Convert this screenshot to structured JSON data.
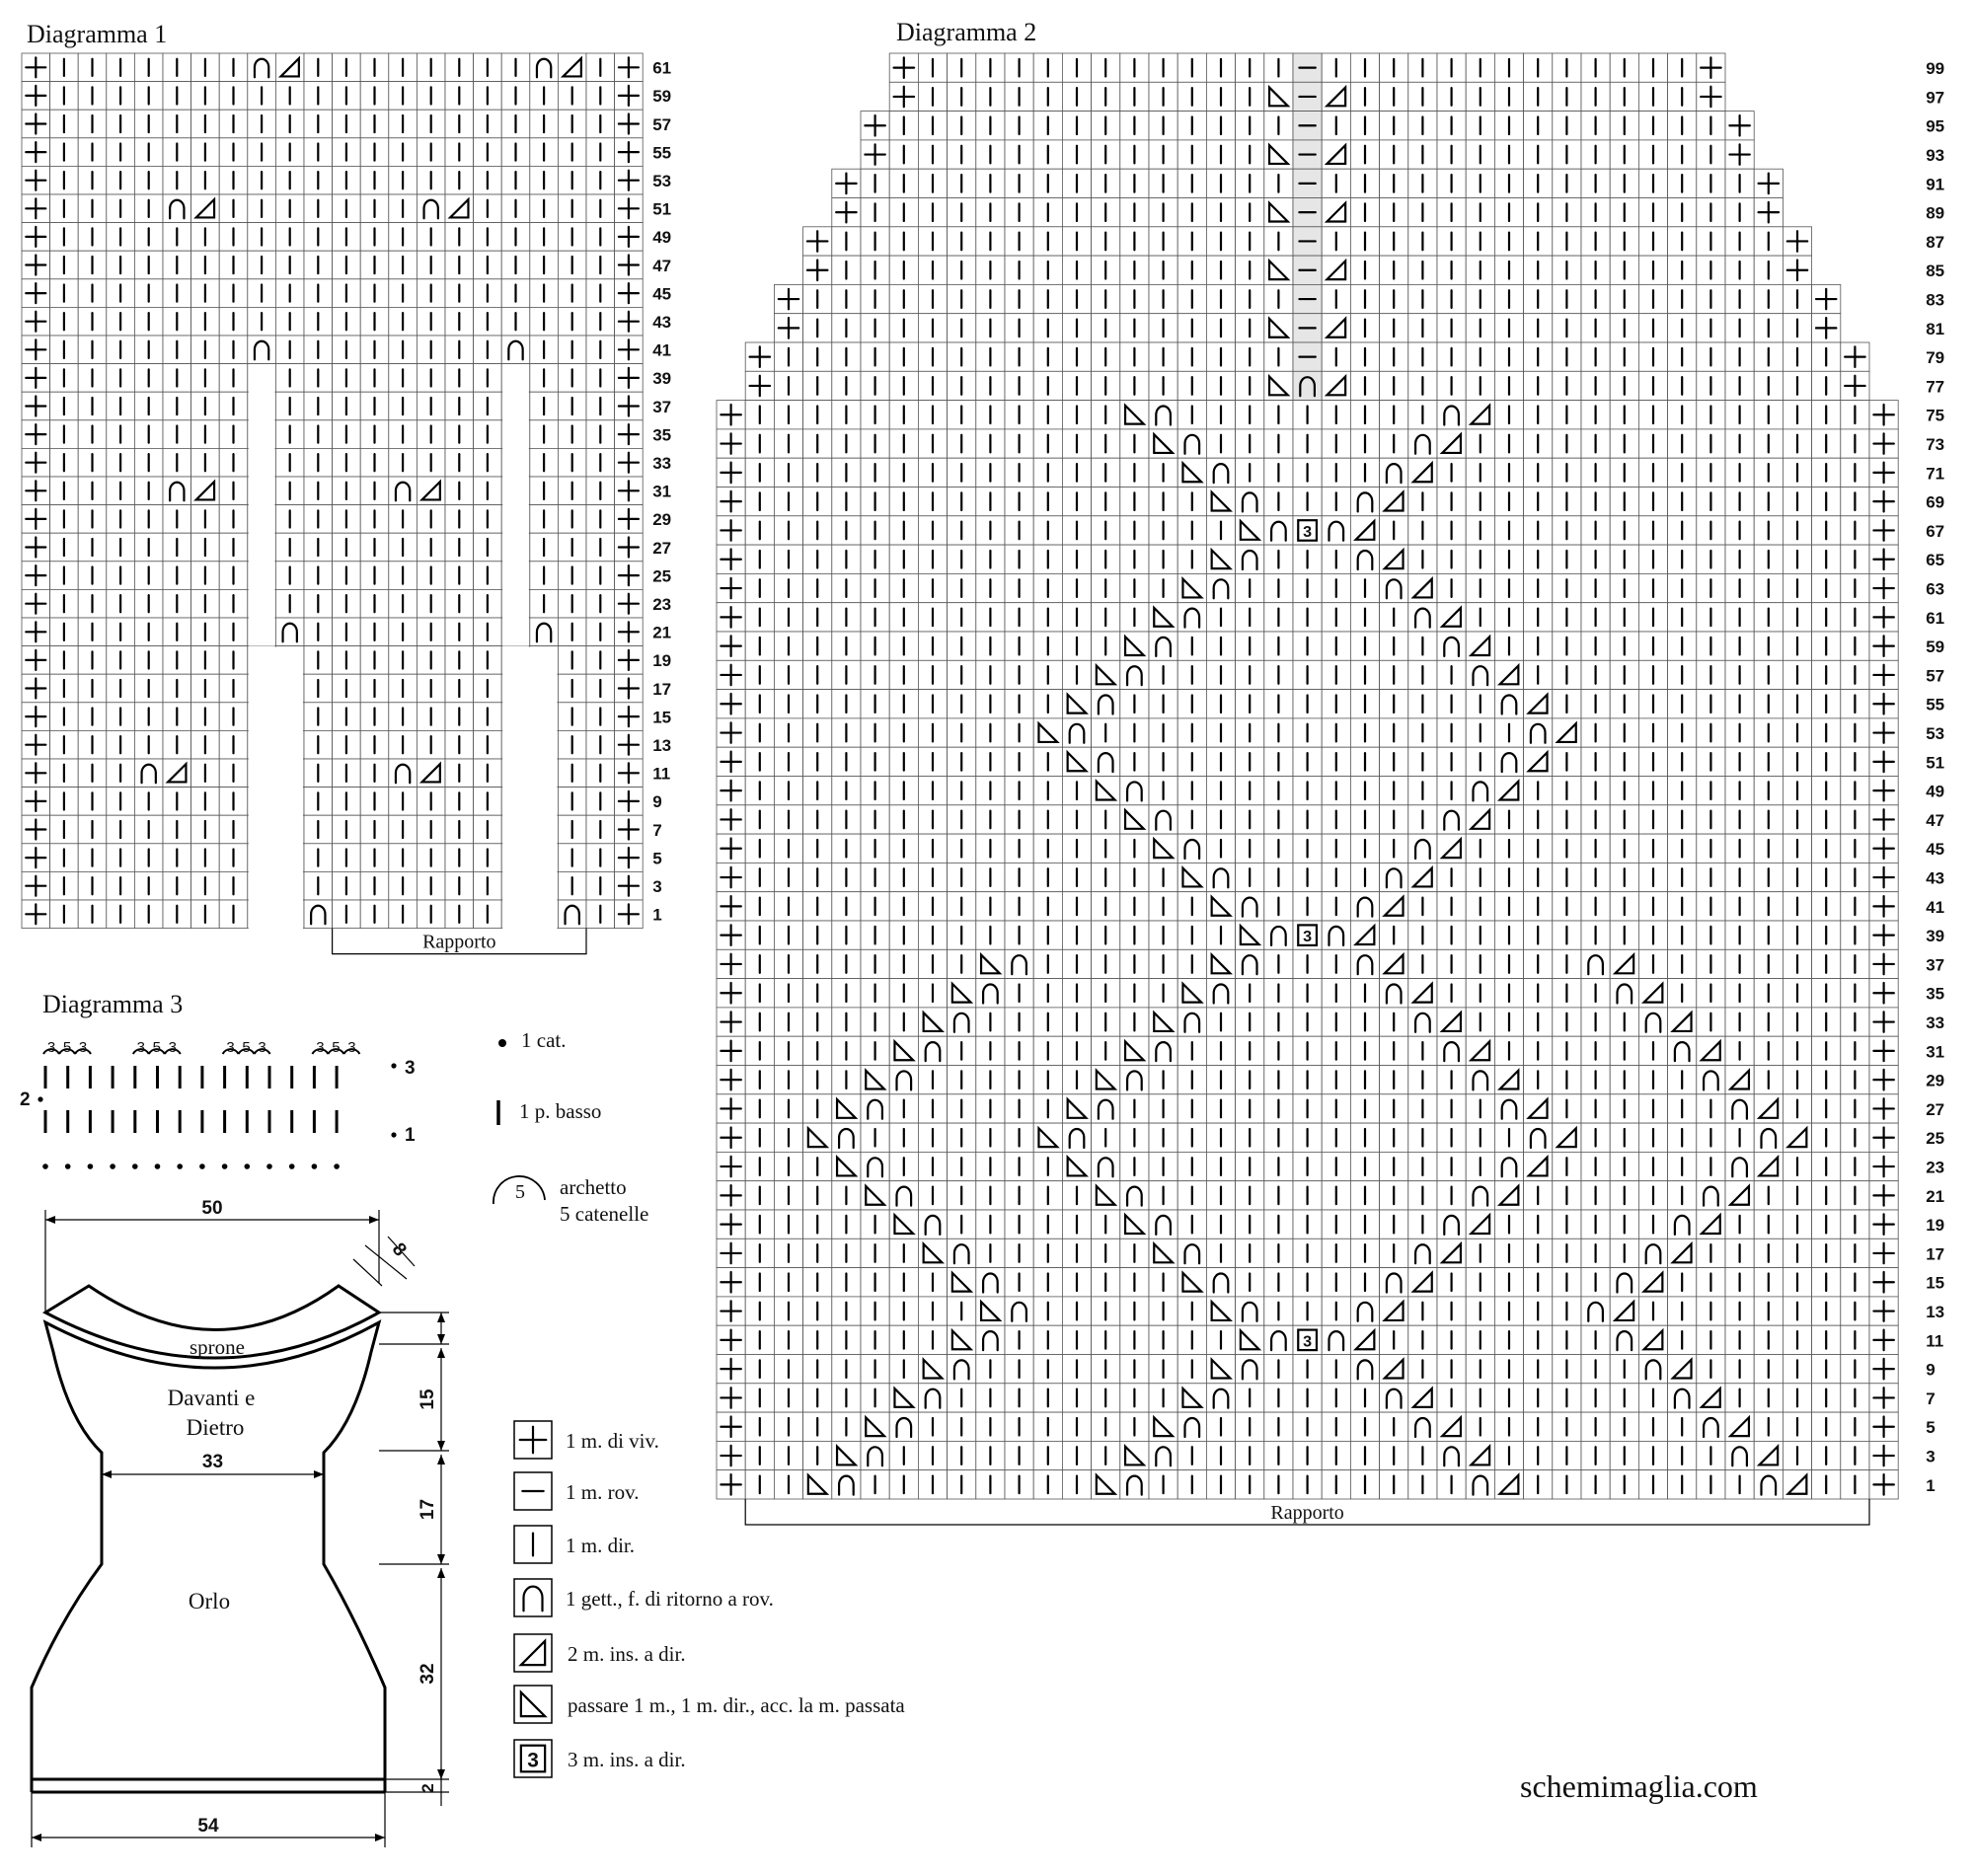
{
  "diagram1": {
    "title": "Diagramma 1",
    "rows": [
      1,
      3,
      5,
      7,
      9,
      11,
      13,
      15,
      17,
      19,
      21,
      23,
      25,
      27,
      29,
      31,
      33,
      35,
      37,
      39,
      41,
      43,
      45,
      47,
      49,
      51,
      53,
      55,
      57,
      59,
      61
    ],
    "repeat_label": "Rapporto"
  },
  "diagram2": {
    "title": "Diagramma 2",
    "rows": [
      1,
      3,
      5,
      7,
      9,
      11,
      13,
      15,
      17,
      19,
      21,
      23,
      25,
      27,
      29,
      31,
      33,
      35,
      37,
      39,
      41,
      43,
      45,
      47,
      49,
      51,
      53,
      55,
      57,
      59,
      61,
      63,
      65,
      67,
      69,
      71,
      73,
      75,
      77,
      79,
      81,
      83,
      85,
      87,
      89,
      91,
      93,
      95,
      97,
      99
    ],
    "repeat_label": "Rapporto"
  },
  "diagram3": {
    "title": "Diagramma 3",
    "row_labels": [
      "1",
      "2",
      "3"
    ],
    "arch_labels": [
      "3",
      "5",
      "3"
    ]
  },
  "crochet_legend": [
    {
      "symbol": "dot",
      "text": "1 cat."
    },
    {
      "symbol": "bar",
      "text": "1 p. basso"
    },
    {
      "symbol": "arch",
      "symbol_text": "5",
      "text": "archetto",
      "text2": "5 catenelle"
    }
  ],
  "knit_legend": [
    {
      "symbol": "plus",
      "text": "1 m. di viv."
    },
    {
      "symbol": "minus",
      "text": "1 m. rov."
    },
    {
      "symbol": "bar",
      "text": "1 m. dir."
    },
    {
      "symbol": "yo",
      "text": "1 gett., f. di ritorno a rov."
    },
    {
      "symbol": "k2tog",
      "text": "2 m. ins. a dir."
    },
    {
      "symbol": "ssk",
      "text": "passare 1 m., 1 m. dir., acc. la m. passata"
    },
    {
      "symbol": "k3tog",
      "text": "3 m. ins. a dir."
    }
  ],
  "schematic": {
    "labels": {
      "yoke": "sprone",
      "body_1": "Davanti e",
      "body_2": "Dietro",
      "skirt": "Orlo"
    },
    "measurements": {
      "top_width": "50",
      "yoke_depth": "8",
      "waist_width": "33",
      "hem_width": "54",
      "side_upper": "15",
      "side_middle": "17",
      "side_lower": "32",
      "border": "2"
    }
  },
  "site": "schemimaglia.com"
}
